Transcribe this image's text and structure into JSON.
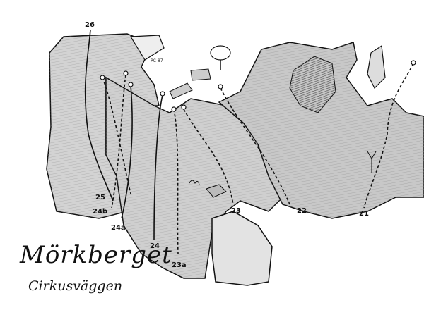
{
  "title": "Mörkberget",
  "subtitle": "Cirkusväggen",
  "note": "PC-87",
  "routes": [
    {
      "label": "26"
    },
    {
      "label": "25"
    },
    {
      "label": "24b"
    },
    {
      "label": "24a"
    },
    {
      "label": "24"
    },
    {
      "label": "23a"
    },
    {
      "label": "23"
    },
    {
      "label": "22"
    },
    {
      "label": "21"
    }
  ],
  "colors": {
    "ink": "#111111",
    "rock_light": "#d9d9d9",
    "rock_mid": "#b5b5b5",
    "rock_dark": "#6e6e6e"
  }
}
